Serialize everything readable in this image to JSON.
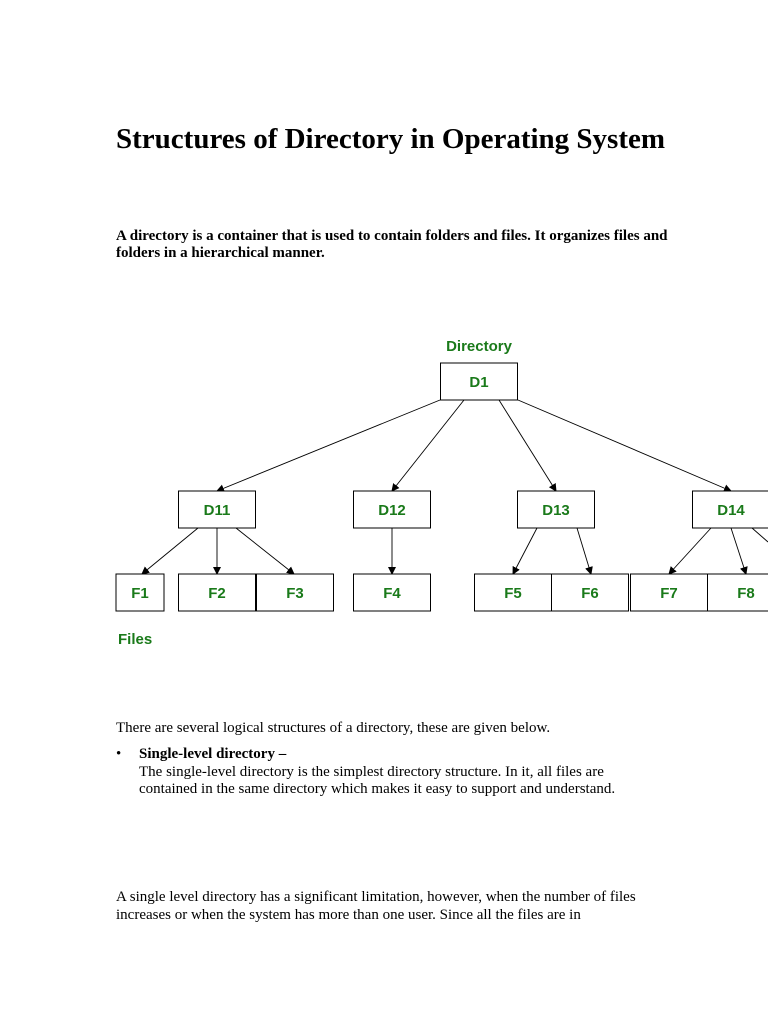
{
  "page": {
    "title": "Structures of Directory in Operating System",
    "intro": "A directory is a container that is used to contain folders and files. It organizes files and folders in a hierarchical manner."
  },
  "diagram": {
    "directory_label": "Directory",
    "files_label": "Files",
    "root": "D1",
    "directories": [
      "D11",
      "D12",
      "D13",
      "D14"
    ],
    "files": [
      "F1",
      "F2",
      "F3",
      "F4",
      "F5",
      "F6",
      "F7",
      "F8"
    ],
    "edges": [
      [
        "D1",
        "D11"
      ],
      [
        "D1",
        "D12"
      ],
      [
        "D1",
        "D13"
      ],
      [
        "D1",
        "D14"
      ],
      [
        "D11",
        "F1"
      ],
      [
        "D11",
        "F2"
      ],
      [
        "D11",
        "F3"
      ],
      [
        "D12",
        "F4"
      ],
      [
        "D13",
        "F5"
      ],
      [
        "D13",
        "F6"
      ],
      [
        "D14",
        "F7"
      ],
      [
        "D14",
        "F8"
      ]
    ],
    "label_color": "#1a7a1a"
  },
  "body": {
    "intro_line": "There are several logical structures of a directory, these are given below.",
    "items": [
      {
        "bullet": "•",
        "title": "Single-level directory –",
        "text": "The single-level directory is the simplest directory structure. In it, all files are contained in the same directory which makes it easy to support and understand."
      }
    ],
    "closing": "A single level directory has a significant limitation, however, when the number of files increases or when the system has more than one user. Since all the files are in"
  }
}
